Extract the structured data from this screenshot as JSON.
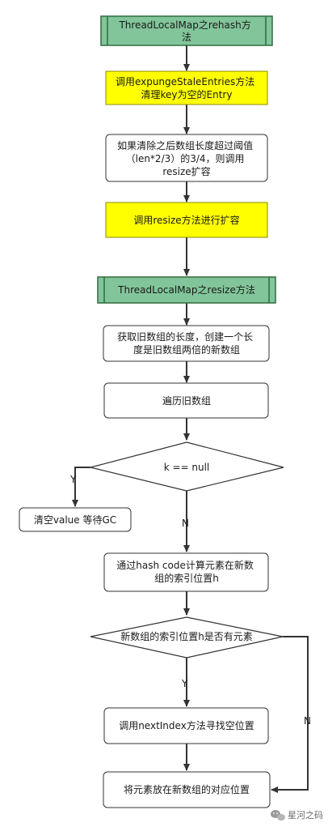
{
  "colors": {
    "green_fill": "#82c59a",
    "green_stroke": "#2f6b3f",
    "yellow_fill": "#ffff00",
    "yellow_stroke": "#8a8a00",
    "box_stroke": "#333333",
    "edge": "#333333"
  },
  "nodes": {
    "rehash_title": [
      "ThreadLocalMap之rehash方",
      "法"
    ],
    "expunge": [
      "调用expungeStaleEntries方法",
      "清理key为空的Entry"
    ],
    "threshold": [
      "如果清除之后数组长度超过阈值",
      "（len*2/3）的3/4，则调用",
      "resize扩容"
    ],
    "call_resize": [
      "调用resize方法进行扩容"
    ],
    "resize_title": [
      "ThreadLocalMap之resize方法"
    ],
    "new_array": [
      "获取旧数组的长度，创建一个长",
      "度是旧数组两倍的新数组"
    ],
    "traverse": [
      "遍历旧数组"
    ],
    "k_null": [
      "k == null"
    ],
    "clear_value": [
      "清空value 等待GC"
    ],
    "hash_index": [
      "通过hash code计算元素在新数",
      "组的索引位置h"
    ],
    "has_element": [
      "新数组的索引位置h是否有元素"
    ],
    "next_index": [
      "调用nextIndex方法寻找空位置"
    ],
    "put_element": [
      "将元素放在新数组的对应位置"
    ]
  },
  "edge_labels": {
    "k_null_yes": "Y",
    "k_null_no": "N",
    "has_elem_yes": "Y",
    "has_elem_no": "N"
  },
  "watermark": {
    "icon": "wechat-icon",
    "text": "星河之码"
  }
}
